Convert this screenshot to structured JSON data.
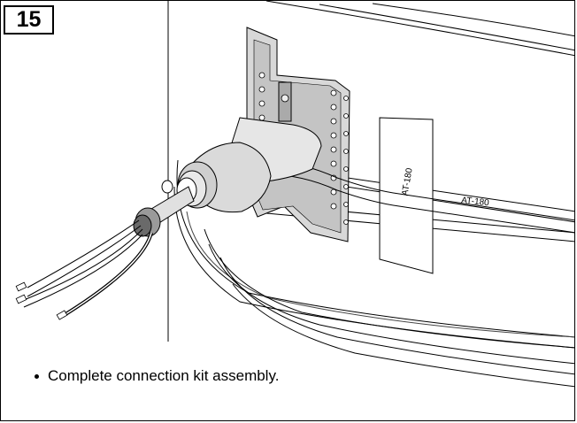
{
  "step": {
    "number": "15"
  },
  "illustration": {
    "labels": [
      "AT-180",
      "AT-180"
    ]
  },
  "caption": {
    "text": "Complete connection kit assembly."
  }
}
